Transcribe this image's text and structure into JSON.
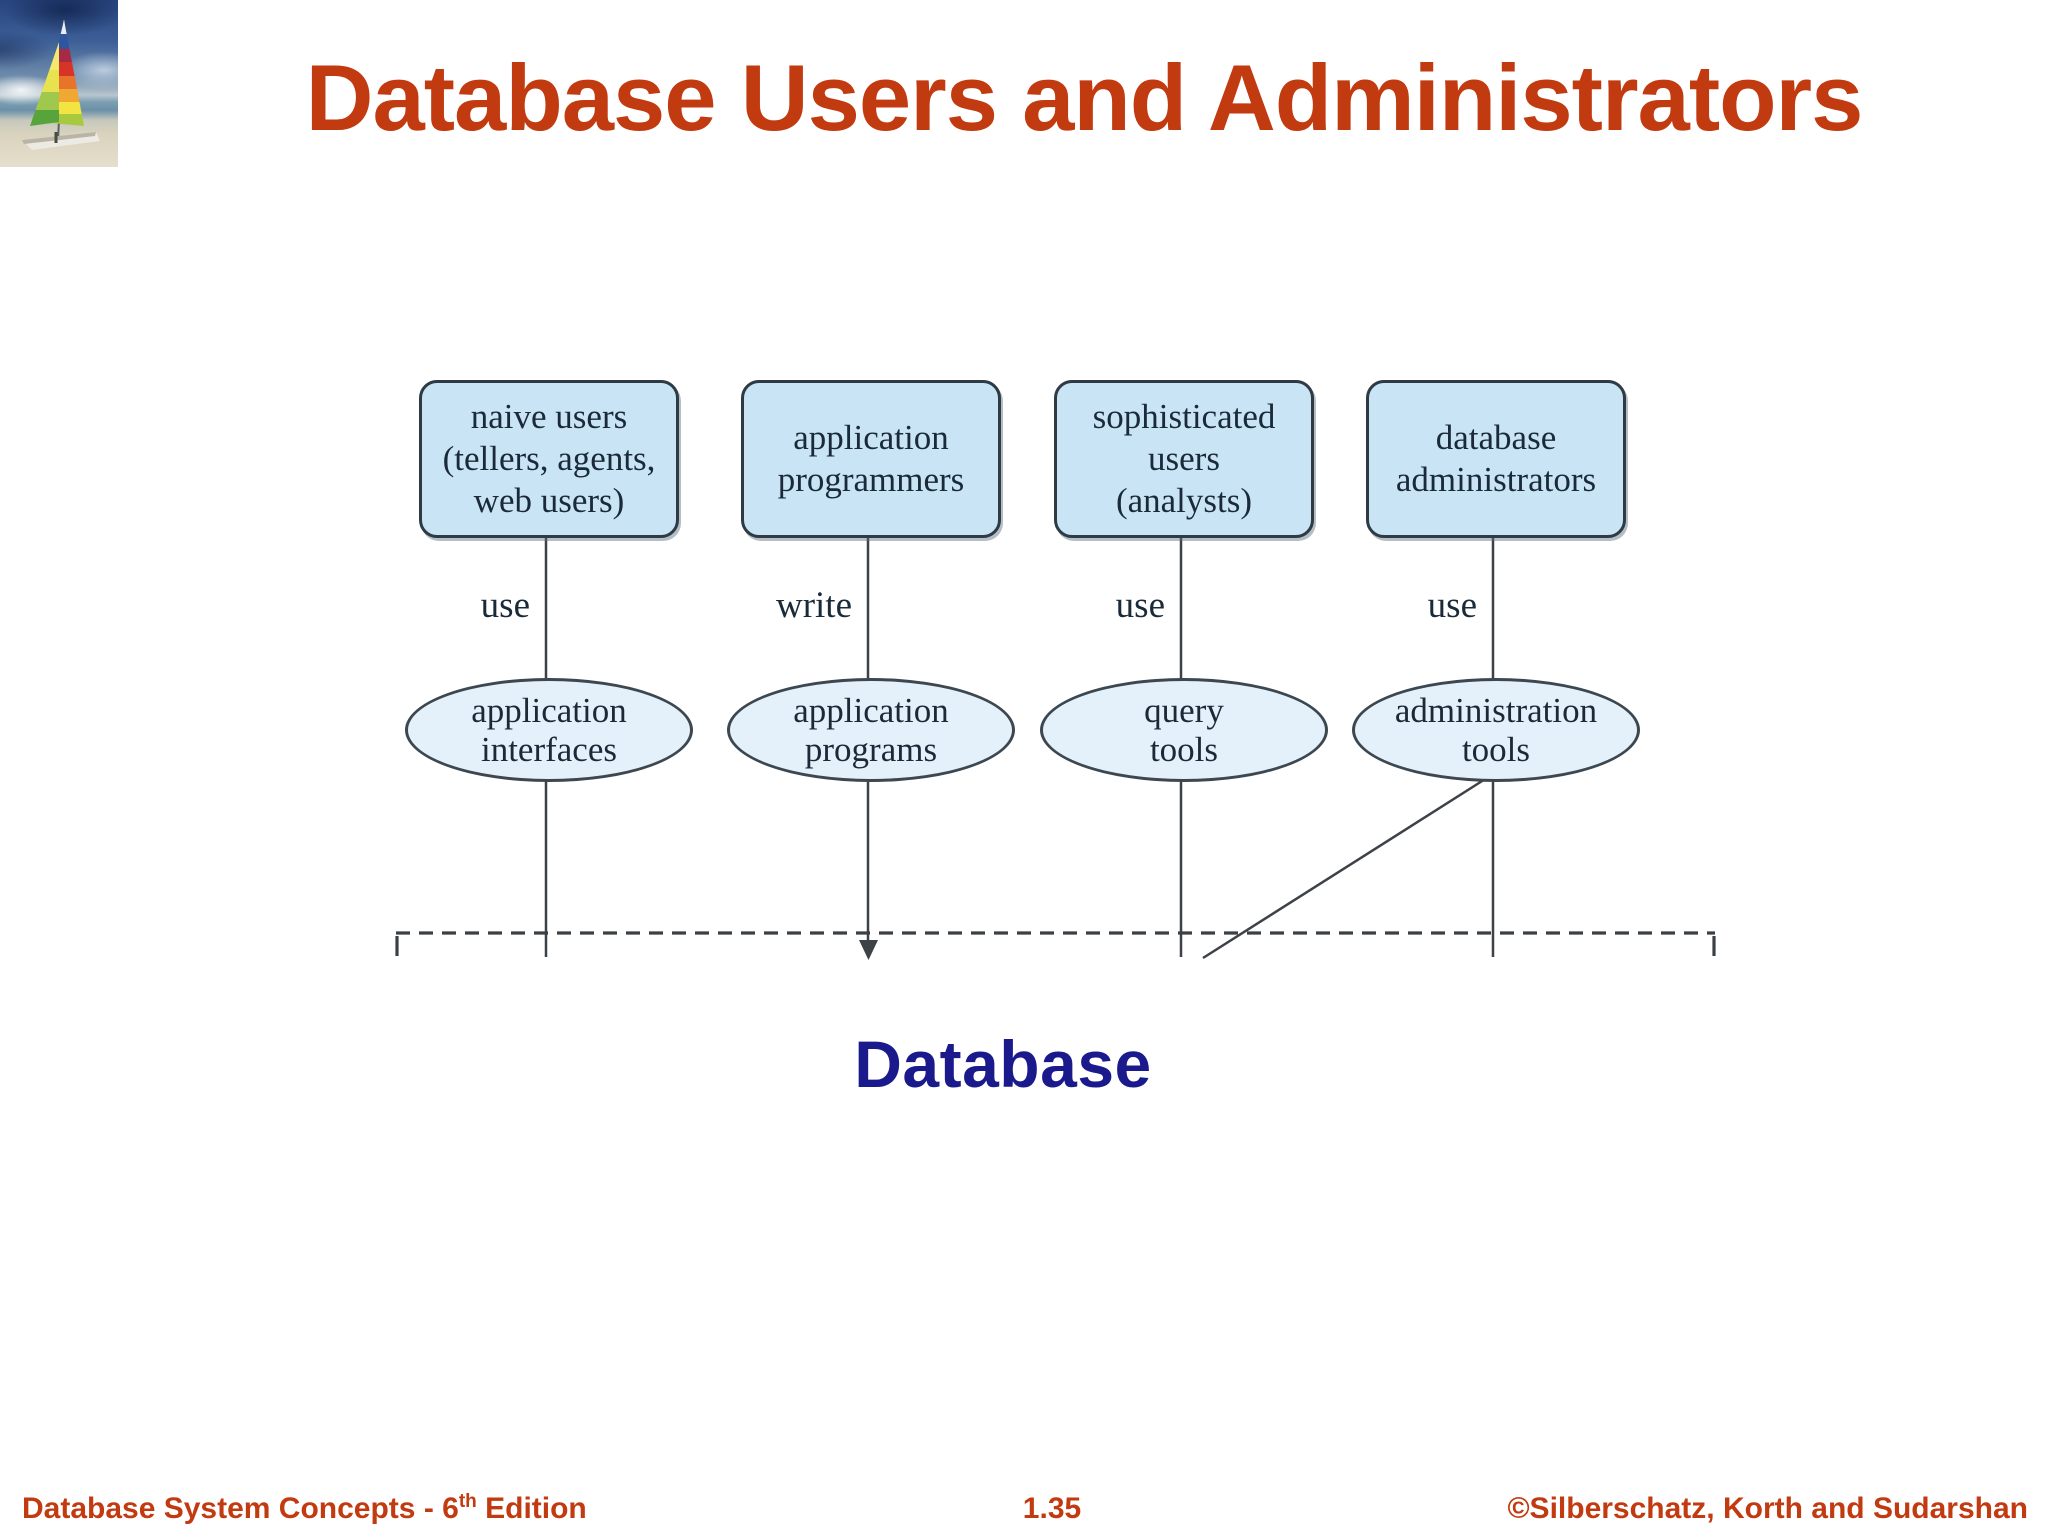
{
  "slide": {
    "title": "Database Users and Administrators",
    "database_label": "Database"
  },
  "logo": {
    "semantic": "sailboat-beach-photo"
  },
  "diagram": {
    "actors": [
      {
        "box_label": "naive users\n(tellers, agents,\nweb users)",
        "verb": "use",
        "tool_label": "application\ninterfaces"
      },
      {
        "box_label": "application\nprogrammers",
        "verb": "write",
        "tool_label": "application\nprograms"
      },
      {
        "box_label": "sophisticated\nusers\n(analysts)",
        "verb": "use",
        "tool_label": "query\ntools"
      },
      {
        "box_label": "database\nadministrators",
        "verb": "use",
        "tool_label": "administration\ntools"
      }
    ]
  },
  "footer": {
    "left_text": "Database System Concepts - 6",
    "left_superscript": "th",
    "left_text_after": " Edition",
    "page_number": "1.35",
    "right_text": "©Silberschatz, Korth and Sudarshan"
  },
  "colors": {
    "title_red": "#c23a10",
    "database_navy": "#1a1a8c",
    "box_fill": "#c8e4f5",
    "ellipse_fill": "#e4f1fa",
    "connector": "#3c4247",
    "diagram_text": "#1b2a38"
  }
}
